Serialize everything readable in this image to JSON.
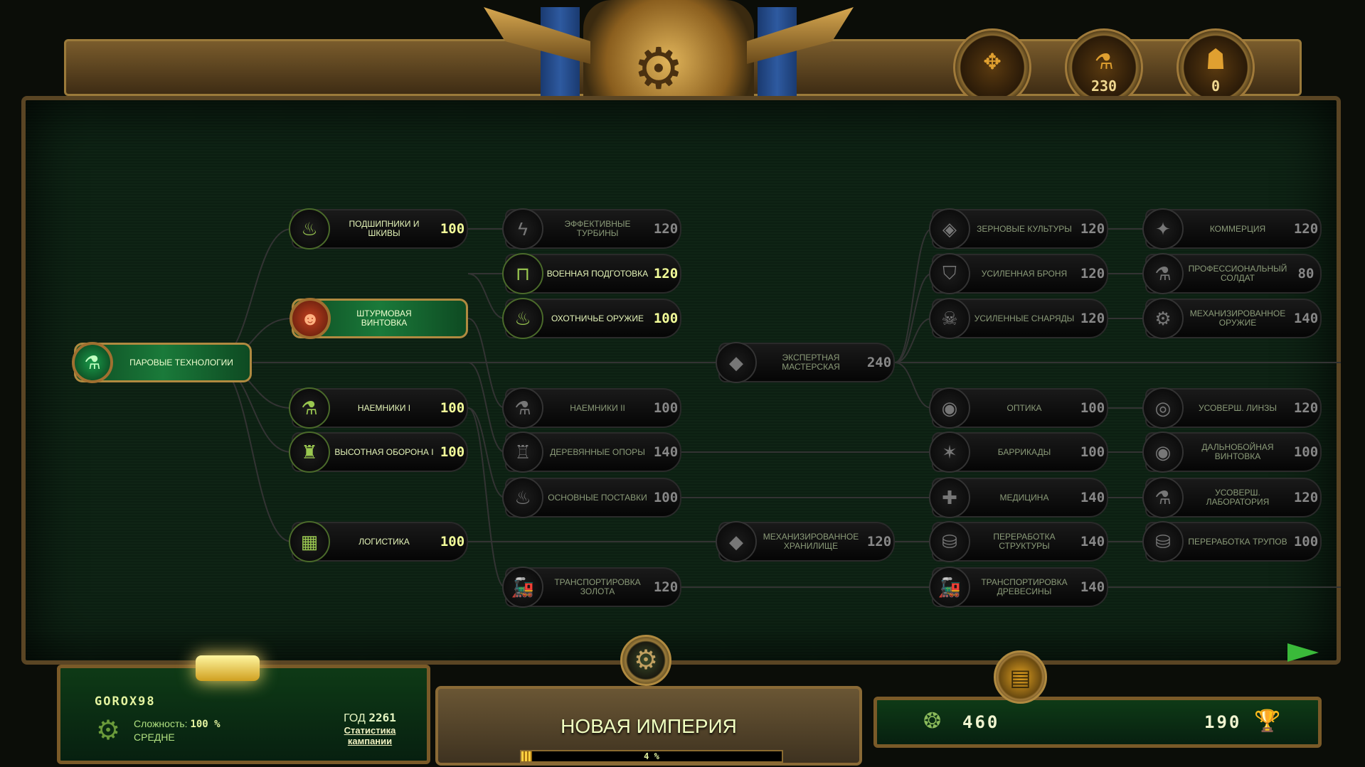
{
  "resources": {
    "research": "230",
    "population": "0"
  },
  "root": {
    "label": "Паровые технологии",
    "icon": "flask-icon"
  },
  "nodes": [
    {
      "id": "bearings",
      "label": "Подшипники и шкивы",
      "cost": "100",
      "state": "on",
      "icon": "sack-icon"
    },
    {
      "id": "assault_rifle",
      "label": "Штурмовая винтовка",
      "cost": "",
      "state": "special",
      "icon": "soldier-icon"
    },
    {
      "id": "mercs1",
      "label": "Наемники I",
      "cost": "100",
      "state": "on",
      "icon": "flask-icon"
    },
    {
      "id": "highdef1",
      "label": "Высотная оборона I",
      "cost": "100",
      "state": "on",
      "icon": "tower-icon"
    },
    {
      "id": "logistics",
      "label": "Логистика",
      "cost": "100",
      "state": "on",
      "icon": "warehouse-icon"
    },
    {
      "id": "turbines",
      "label": "Эффективные турбины",
      "cost": "120",
      "state": "off",
      "icon": "lightning-icon"
    },
    {
      "id": "military",
      "label": "Военная подготовка",
      "cost": "120",
      "state": "on",
      "icon": "gate-icon"
    },
    {
      "id": "hunting",
      "label": "Охотничье оружие",
      "cost": "100",
      "state": "on",
      "icon": "sack-icon"
    },
    {
      "id": "mercs2",
      "label": "Наемники II",
      "cost": "100",
      "state": "off",
      "icon": "flask-icon"
    },
    {
      "id": "wood_supports",
      "label": "Деревянные опоры",
      "cost": "140",
      "state": "off",
      "icon": "castle-icon"
    },
    {
      "id": "basic_supplies",
      "label": "Основные поставки",
      "cost": "100",
      "state": "off",
      "icon": "sack-icon"
    },
    {
      "id": "gold_transport",
      "label": "Транспортировка золота",
      "cost": "120",
      "state": "off",
      "icon": "locomotive-icon"
    },
    {
      "id": "expert_workshop",
      "label": "Экспертная мастерская",
      "cost": "240",
      "state": "off",
      "icon": "workshop-icon"
    },
    {
      "id": "mech_storage",
      "label": "Механизированное хранилище",
      "cost": "120",
      "state": "off",
      "icon": "workshop-icon"
    },
    {
      "id": "grain",
      "label": "Зерновые культуры",
      "cost": "120",
      "state": "off",
      "icon": "farm-icon"
    },
    {
      "id": "armor",
      "label": "Усиленная броня",
      "cost": "120",
      "state": "off",
      "icon": "shield-icon"
    },
    {
      "id": "shells",
      "label": "Усиленные снаряды",
      "cost": "120",
      "state": "off",
      "icon": "rifle-skull-icon"
    },
    {
      "id": "optics",
      "label": "Оптика",
      "cost": "100",
      "state": "off",
      "icon": "eye-icon"
    },
    {
      "id": "barricades",
      "label": "Баррикады",
      "cost": "100",
      "state": "off",
      "icon": "spikes-icon"
    },
    {
      "id": "medicine",
      "label": "Медицина",
      "cost": "140",
      "state": "off",
      "icon": "cross-icon"
    },
    {
      "id": "struct_recycle",
      "label": "Переработка структуры",
      "cost": "140",
      "state": "off",
      "icon": "coins-icon"
    },
    {
      "id": "wood_transport",
      "label": "Транспортировка древесины",
      "cost": "140",
      "state": "off",
      "icon": "locomotive-icon"
    },
    {
      "id": "commerce",
      "label": "Коммерция",
      "cost": "120",
      "state": "off",
      "icon": "market-icon"
    },
    {
      "id": "pro_soldier",
      "label": "Профессиональный солдат",
      "cost": "80",
      "state": "off",
      "icon": "flask-icon"
    },
    {
      "id": "mech_weapons",
      "label": "Механизированное оружие",
      "cost": "140",
      "state": "off",
      "icon": "machine-icon"
    },
    {
      "id": "lenses",
      "label": "Усоверш. линзы",
      "cost": "120",
      "state": "off",
      "icon": "lens-icon"
    },
    {
      "id": "long_rifle",
      "label": "Дальнобойная винтовка",
      "cost": "100",
      "state": "off",
      "icon": "eye-icon"
    },
    {
      "id": "lab",
      "label": "Усоверш. лаборатория",
      "cost": "120",
      "state": "off",
      "icon": "flask-icon"
    },
    {
      "id": "corpse_recycle",
      "label": "Переработка трупов",
      "cost": "100",
      "state": "off",
      "icon": "coins-icon"
    }
  ],
  "player": {
    "name": "GOROX98",
    "difficulty_label": "Сложность:",
    "difficulty_value": "100 %",
    "difficulty_name": "Средне",
    "year_label": "Год",
    "year": "2261",
    "stats_link": "Статистика кампании"
  },
  "campaign": {
    "title": "Новая империя",
    "progress_label": "4 %",
    "progress": 4
  },
  "bottom": {
    "gold": "460",
    "trophies": "190"
  }
}
